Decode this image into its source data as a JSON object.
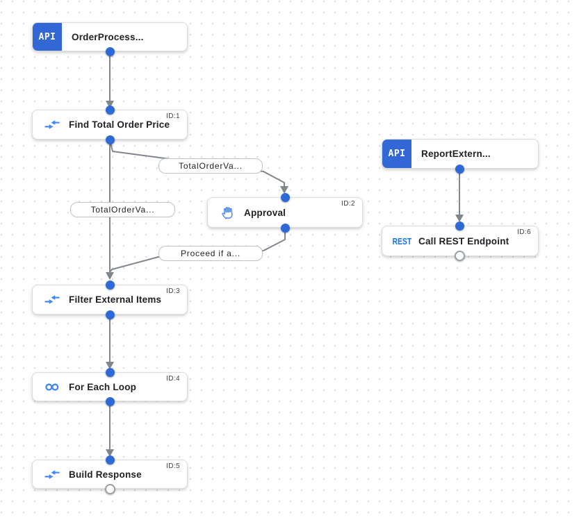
{
  "app": "integration-workflow-editor",
  "colors": {
    "accent_blue": "#3367d6",
    "icon_blue": "#4285f4",
    "rest_blue": "#1a73e8",
    "edge_gray": "#80868b",
    "node_border": "#dadce0",
    "grid_dot": "#d9dbde"
  },
  "nodes": [
    {
      "badge": "API",
      "label": "OrderProcess...",
      "type": "api-trigger",
      "output_port": "connected"
    },
    {
      "label": "Find Total Order Price",
      "id_tag": "ID:1",
      "type": "data-mapping",
      "output_port": "connected"
    },
    {
      "badge": "API",
      "label": "ReportExtern...",
      "type": "api-trigger",
      "output_port": "connected"
    },
    {
      "label": "Approval",
      "id_tag": "ID:2",
      "type": "approval",
      "output_port": "connected"
    },
    {
      "icon_text": "REST",
      "label": "Call REST Endpoint",
      "id_tag": "ID:6",
      "type": "rest-task",
      "output_port": "unconnected"
    },
    {
      "label": "Filter External Items",
      "id_tag": "ID:3",
      "type": "data-mapping",
      "output_port": "connected"
    },
    {
      "label": "For Each Loop",
      "id_tag": "ID:4",
      "type": "loop",
      "output_port": "connected"
    },
    {
      "label": "Build Response",
      "id_tag": "ID:5",
      "type": "data-mapping",
      "output_port": "unconnected"
    }
  ],
  "edge_labels": [
    {
      "text": "TotalOrderVa..."
    },
    {
      "text": "TotalOrderVa..."
    },
    {
      "text": "Proceed if a..."
    }
  ],
  "edges": [
    {
      "from": "OrderProcess...",
      "to": "Find Total Order Price"
    },
    {
      "from": "Find Total Order Price",
      "to": "Filter External Items",
      "label": "TotalOrderVa..."
    },
    {
      "from": "Find Total Order Price",
      "to": "Approval",
      "label": "TotalOrderVa..."
    },
    {
      "from": "Approval",
      "to": "Filter External Items",
      "label": "Proceed if a..."
    },
    {
      "from": "ReportExtern...",
      "to": "Call REST Endpoint"
    },
    {
      "from": "Filter External Items",
      "to": "For Each Loop"
    },
    {
      "from": "For Each Loop",
      "to": "Build Response"
    }
  ]
}
